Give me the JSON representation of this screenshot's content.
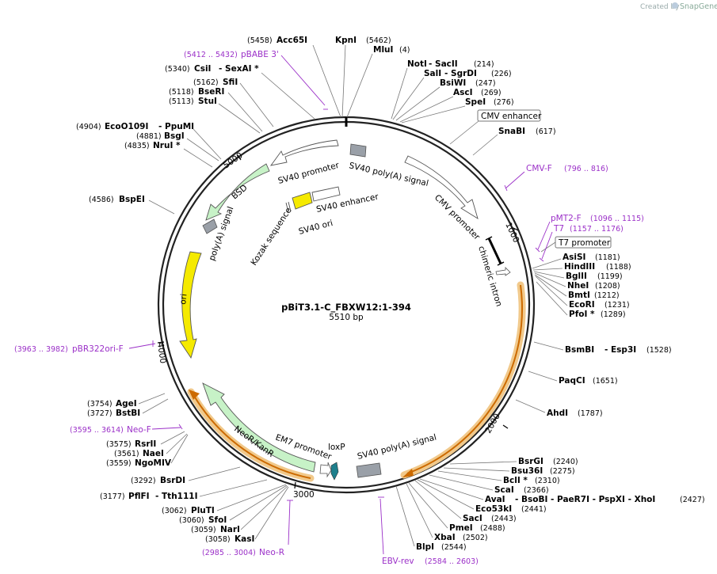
{
  "credit": {
    "created_by": "Created by",
    "brand": "SnapGene"
  },
  "plasmid": {
    "name": "pBiT3.1-C_FBXW12:1-394",
    "length_label": "5510 bp"
  },
  "ticks": [
    "1000",
    "2000",
    "3000",
    "4000",
    "5000"
  ],
  "features": {
    "sv40_promoter_top": "SV40 promoter",
    "sv40_polya_top": "SV40 poly(A) signal",
    "cmv_promoter": "CMV promoter",
    "chimeric_intron": "chimeric intron",
    "bsd": "BSD",
    "polya_signal": "poly(A) signal",
    "sv40_enhancer": "SV40 enhancer",
    "sv40_ori": "SV40 ori",
    "kozak": "Kozak sequence",
    "ori": "ori",
    "neo": "NeoR/KanR",
    "em7": "EM7 promoter",
    "loxp": "loxP",
    "sv40_polya_bottom": "SV40 poly(A) signal",
    "cmv_enhancer": "CMV enhancer",
    "t7_promoter": "T7 promoter"
  },
  "sites": {
    "acc65i": {
      "name": "Acc65I",
      "pos": "(5458)"
    },
    "kpni": {
      "name": "KpnI",
      "pos": "(5462)"
    },
    "mlui": {
      "name": "MluI",
      "pos": "(4)"
    },
    "csi": {
      "name": "CsiI",
      "pos": "(5340)",
      "extra": "- SexAI *"
    },
    "sfii": {
      "name": "SfiI",
      "pos": "(5162)"
    },
    "bseri": {
      "name": "BseRI",
      "pos": "(5118)"
    },
    "stui": {
      "name": "StuI",
      "pos": "(5113)"
    },
    "eco109i": {
      "name": "EcoO109I",
      "pos": "(4904)",
      "extra": "- PpuMI"
    },
    "bsgi": {
      "name": "BsgI",
      "pos": "(4881)"
    },
    "nrui": {
      "name": "NruI *",
      "pos": "(4835)"
    },
    "bspei": {
      "name": "BspEI",
      "pos": "(4586)"
    },
    "notI": {
      "name": "NotI",
      "extra": "- SacII",
      "pos": "(214)"
    },
    "sali": {
      "name": "SalI",
      "extra": "- SgrDI",
      "pos": "(226)"
    },
    "bsiwi": {
      "name": "BsiWI",
      "pos": "(247)"
    },
    "asci": {
      "name": "AscI",
      "pos": "(269)"
    },
    "spei": {
      "name": "SpeI",
      "pos": "(276)"
    },
    "snabi": {
      "name": "SnaBI",
      "pos": "(617)"
    },
    "asisi": {
      "name": "AsiSI",
      "pos": "(1181)"
    },
    "hindiii": {
      "name": "HindIII",
      "pos": "(1188)"
    },
    "bglii": {
      "name": "BglII",
      "pos": "(1199)"
    },
    "nhei": {
      "name": "NheI",
      "pos": "(1208)"
    },
    "bmti": {
      "name": "BmtI",
      "pos": "(1212)"
    },
    "ecori": {
      "name": "EcoRI",
      "pos": "(1231)"
    },
    "pfoi": {
      "name": "PfoI *",
      "pos": "(1289)"
    },
    "bsmbi": {
      "name": "BsmBI",
      "extra": "- Esp3I",
      "pos": "(1528)"
    },
    "paqci": {
      "name": "PaqCI",
      "pos": "(1651)"
    },
    "ahdi": {
      "name": "AhdI",
      "pos": "(1787)"
    },
    "bsrgi": {
      "name": "BsrGI",
      "pos": "(2240)"
    },
    "bsu36i": {
      "name": "Bsu36I",
      "pos": "(2275)"
    },
    "bcli": {
      "name": "BclI *",
      "pos": "(2310)"
    },
    "scai": {
      "name": "ScaI",
      "pos": "(2366)"
    },
    "avai": {
      "name": "AvaI",
      "extra": "- BsoBI   - PaeR7I   - PspXI   - XhoI",
      "pos": "(2427)"
    },
    "eco53ki": {
      "name": "Eco53kI",
      "pos": "(2441)"
    },
    "saci": {
      "name": "SacI",
      "pos": "(2443)"
    },
    "pmei": {
      "name": "PmeI",
      "pos": "(2488)"
    },
    "xbai": {
      "name": "XbaI",
      "pos": "(2502)"
    },
    "blpi": {
      "name": "BlpI",
      "pos": "(2544)"
    },
    "agei": {
      "name": "AgeI",
      "pos": "(3754)"
    },
    "bstbi": {
      "name": "BstBI",
      "pos": "(3727)"
    },
    "rsrii": {
      "name": "RsrII",
      "pos": "(3575)"
    },
    "naei": {
      "name": "NaeI",
      "pos": "(3561)"
    },
    "ngomiv": {
      "name": "NgoMIV",
      "pos": "(3559)"
    },
    "bsrdi": {
      "name": "BsrDI",
      "pos": "(3292)"
    },
    "pflfi": {
      "name": "PflFI",
      "extra": "- Tth111I",
      "pos": "(3177)"
    },
    "pluti": {
      "name": "PluTI",
      "pos": "(3062)"
    },
    "sfoi": {
      "name": "SfoI",
      "pos": "(3060)"
    },
    "nari": {
      "name": "NarI",
      "pos": "(3059)"
    },
    "kasi": {
      "name": "KasI",
      "pos": "(3058)"
    }
  },
  "primers": {
    "pbabe3": {
      "name": "pBABE 3'",
      "pos": "(5412 .. 5432)"
    },
    "cmvf": {
      "name": "CMV-F",
      "pos": "(796 .. 816)"
    },
    "pmt2f": {
      "name": "pMT2-F",
      "pos": "(1096 .. 1115)"
    },
    "t7": {
      "name": "T7",
      "pos": "(1157 .. 1176)"
    },
    "pbr322": {
      "name": "pBR322ori-F",
      "pos": "(3963 .. 3982)"
    },
    "neof": {
      "name": "Neo-F",
      "pos": "(3595 .. 3614)"
    },
    "neor": {
      "name": "Neo-R",
      "pos": "(2985 .. 3004)"
    },
    "ebvrev": {
      "name": "EBV-rev",
      "pos": "(2584 .. 2603)"
    }
  }
}
